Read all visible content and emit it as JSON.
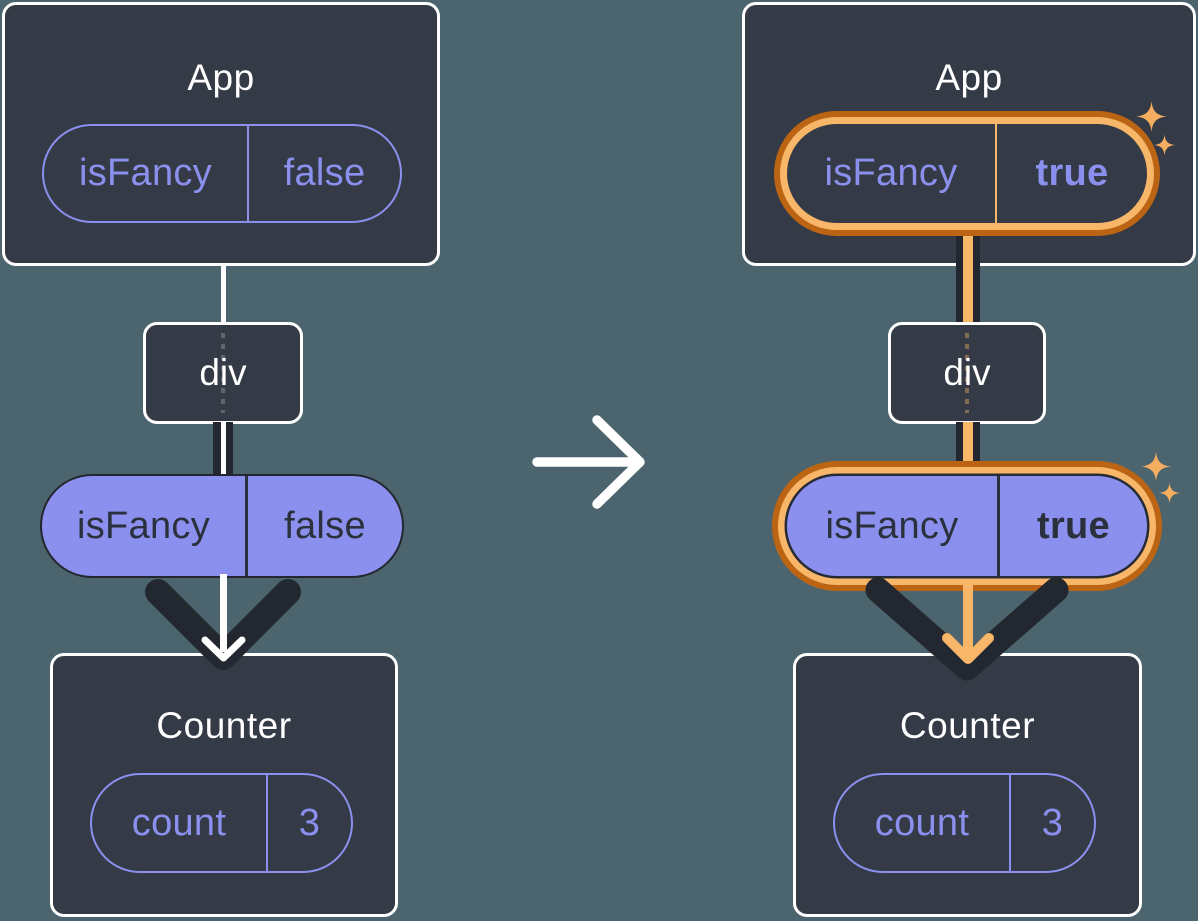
{
  "colors": {
    "background": "#4B646E",
    "card_background": "#343A46",
    "card_border": "#FFFFFF",
    "purple": "#8B90EE",
    "dark": "#23272F",
    "pill_text_dark": "#2B313C",
    "highlight_orange_light": "#F8B668",
    "highlight_orange_dark": "#BB6414",
    "sparkle_orange": "#F5AD60",
    "arrow_white": "#FFFFFF"
  },
  "transition": {
    "icon": "arrow-right-icon"
  },
  "diagrams": [
    {
      "name": "before",
      "highlighted": false,
      "app": {
        "title": "App",
        "prop": {
          "name": "isFancy",
          "value": "false"
        }
      },
      "div": {
        "label": "div"
      },
      "passed_prop": {
        "name": "isFancy",
        "value": "false"
      },
      "counter": {
        "title": "Counter",
        "state": {
          "name": "count",
          "value": "3"
        }
      }
    },
    {
      "name": "after",
      "highlighted": true,
      "app": {
        "title": "App",
        "prop": {
          "name": "isFancy",
          "value": "true"
        }
      },
      "div": {
        "label": "div"
      },
      "passed_prop": {
        "name": "isFancy",
        "value": "true"
      },
      "counter": {
        "title": "Counter",
        "state": {
          "name": "count",
          "value": "3"
        }
      }
    }
  ]
}
